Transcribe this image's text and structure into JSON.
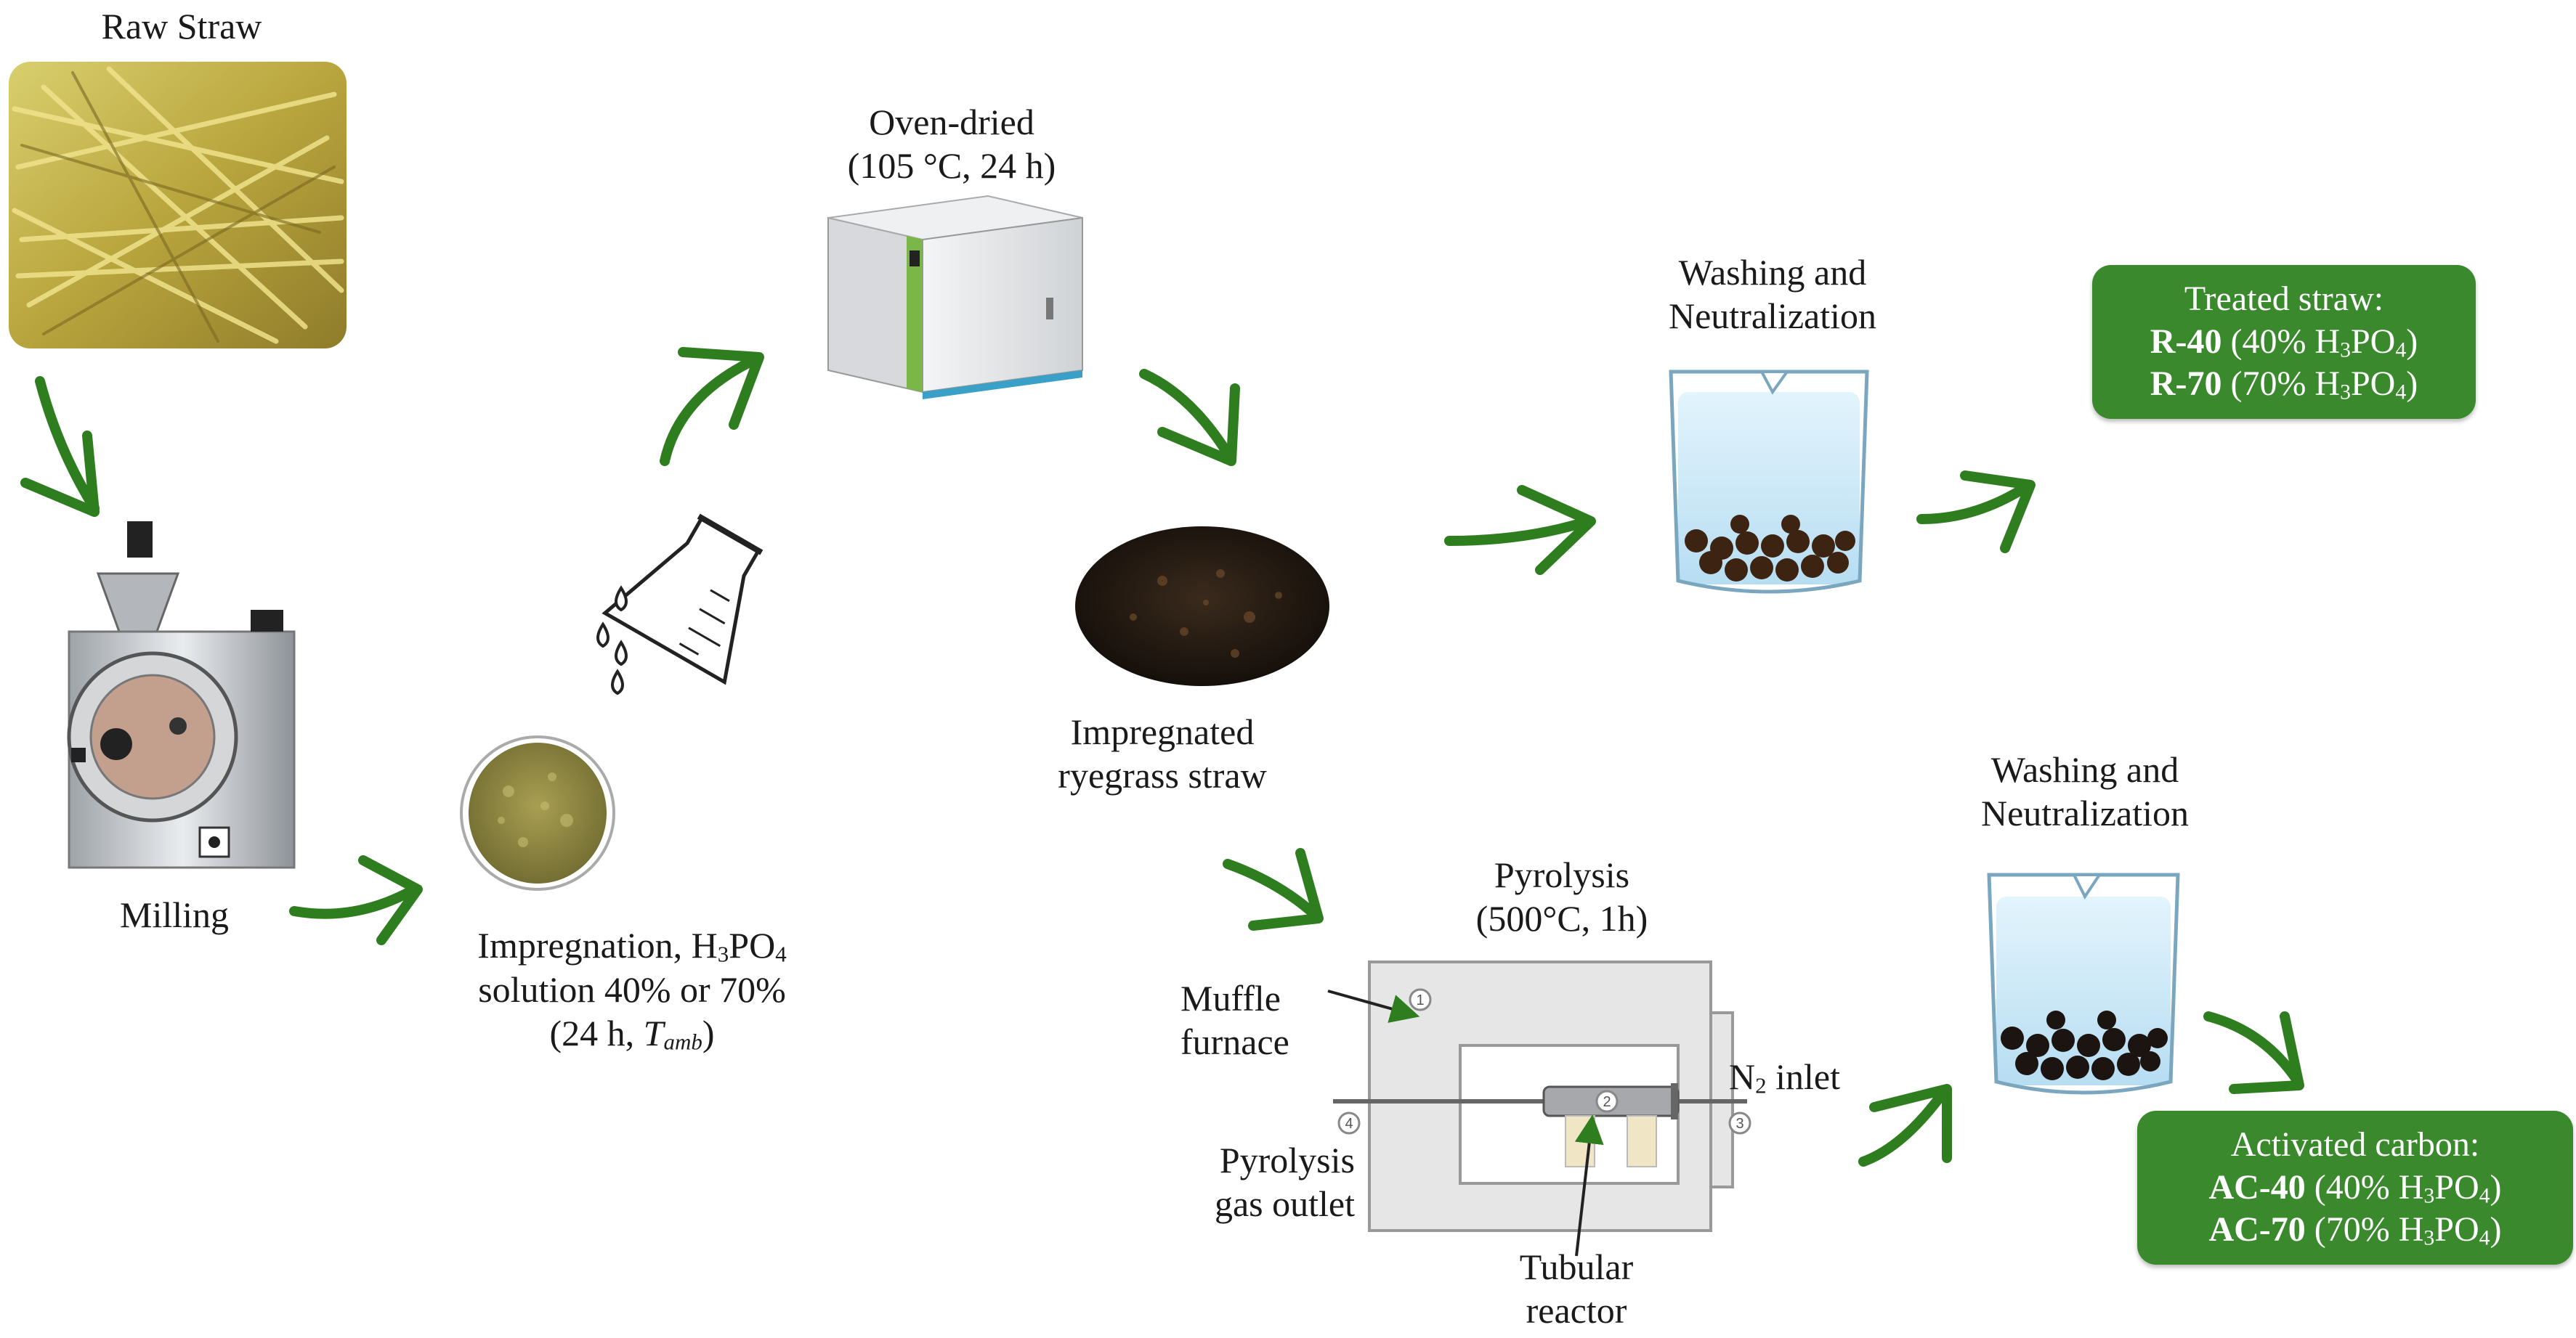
{
  "labels": {
    "raw_straw": "Raw Straw",
    "milling": "Milling",
    "impregnation_line1": "Impregnation, H",
    "impregnation_line1_sub3": "3",
    "impregnation_line1_po": "PO",
    "impregnation_line1_sub4": "4",
    "impregnation_line2": "solution 40% or 70%",
    "impregnation_line3_a": "(24 h, ",
    "impregnation_line3_t": "T",
    "impregnation_line3_sub": "amb",
    "impregnation_line3_b": ")",
    "oven_line1": "Oven-dried",
    "oven_line2": "(105 °C, 24 h)",
    "impregnated_line1": "Impregnated",
    "impregnated_line2": "ryegrass straw",
    "washing1_line1": "Washing and",
    "washing1_line2": "Neutralization",
    "washing2_line1": "Washing and",
    "washing2_line2": "Neutralization",
    "pyrolysis_line1": "Pyrolysis",
    "pyrolysis_line2": "(500°C, 1h)",
    "muffle_line1": "Muffle",
    "muffle_line2": "furnace",
    "n2_pre": "N",
    "n2_sub": "2",
    "n2_post": " inlet",
    "gas_line1": "Pyrolysis",
    "gas_line2": "gas outlet",
    "reactor_line1": "Tubular",
    "reactor_line2": "reactor",
    "num1": "1",
    "num2": "2",
    "num3": "3",
    "num4": "4"
  },
  "treated_box": {
    "title": "Treated straw:",
    "r40_code": "R-40",
    "r40_detail_a": " (40% H",
    "r40_sub3": "3",
    "r40_po": "PO",
    "r40_sub4": "4",
    "r40_end": ")",
    "r70_code": "R-70",
    "r70_detail_a": " (70% H",
    "r70_sub3": "3",
    "r70_po": "PO",
    "r70_sub4": "4",
    "r70_end": ")"
  },
  "activated_box": {
    "title": "Activated carbon:",
    "ac40_code": "AC-40",
    "ac40_detail_a": " (40% H",
    "ac40_sub3": "3",
    "ac40_po": "PO",
    "ac40_sub4": "4",
    "ac40_end": ")",
    "ac70_code": "AC-70",
    "ac70_detail_a": " (70% H",
    "ac70_sub3": "3",
    "ac70_po": "PO",
    "ac70_sub4": "4",
    "ac70_end": ")"
  },
  "colors": {
    "arrow_green": "#2e7d1f",
    "box_green": "#3a8a2d",
    "straw_yellow": "#c9b44a",
    "furnace_gray": "#e6e6e6",
    "beaker_water": "#bfe3f5",
    "pellet_brown": "#3d2412"
  }
}
